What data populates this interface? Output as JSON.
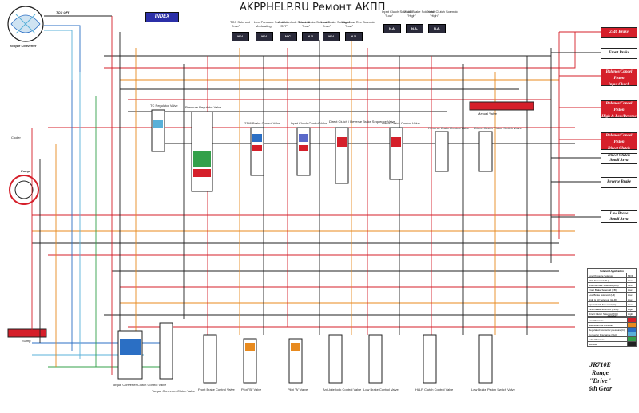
{
  "header": {
    "site": "AKPPHELP.RU Ремонт АКПП",
    "index_button": "INDEX"
  },
  "top_labels": {
    "tcc_off": "TCC OFF",
    "torque_converter": "Torque Converter"
  },
  "solenoids": [
    {
      "label": "TCC Solenoid",
      "state": "\"Low\"",
      "valve": "N.V."
    },
    {
      "label": "Line Pressure Solenoid",
      "state": "Modulating",
      "valve": "N.V."
    },
    {
      "label": "Anti-Interlock Solenoid",
      "state": "\"OFF\"",
      "valve": "N.C."
    },
    {
      "label": "Front Brake Solenoid",
      "state": "\"Low\"",
      "valve": "N.V."
    },
    {
      "label": "Low Brake Solenoid",
      "state": "\"Low\"",
      "valve": "N.V."
    },
    {
      "label": "High/Low Rev Solenoid",
      "state": "\"Low\"",
      "valve": "N.V."
    },
    {
      "label": "Input Clutch Solenoid",
      "state": "\"Low\"",
      "valve": "N.A."
    },
    {
      "label": "2346 Brake Solenoid",
      "state": "\"High\"",
      "valve": "N.A."
    },
    {
      "label": "Direct Clutch Solenoid",
      "state": "\"High\"",
      "valve": "N.A."
    }
  ],
  "left_labels": {
    "cooler": "Cooler",
    "pump": "Pump",
    "sump": "Sump"
  },
  "valves_mid": [
    "Pressure Regulator Valve",
    "TC Regulator Valve",
    "2346 Brake Control Valve",
    "Input Clutch Control Valve",
    "Direct Clutch / Reverse Brake Sequence Valve",
    "Direct Clutch Control Valve",
    "Reverse Brake Control Valve",
    "Direct Clutch Piston Switch Valve",
    "Manual Valve"
  ],
  "valves_bottom": [
    "Torque Converter Clutch Control Valve",
    "Torque Converter Clutch Valve",
    "Front Brake Control Valve",
    "Pilot \"B\" Valve",
    "Pilot \"A\" Valve",
    "Anti-Interlock Control Valve",
    "Low Brake Control Valve",
    "Hi/LR Clutch Control Valve",
    "Low Brake Piston Switch Valve"
  ],
  "right_boxes": [
    {
      "label": "2346 Brake",
      "red": true
    },
    {
      "label": "Front Brake",
      "red": false
    },
    {
      "label": "Balance/Cancel Piston",
      "sub": "Input Clutch",
      "red": true
    },
    {
      "label": "Balance/Cancel Piston",
      "sub": "High & Low/Reverse Clutch",
      "red": true
    },
    {
      "label": "Balance/Cancel Piston",
      "sub": "Direct Clutch",
      "red": true
    },
    {
      "label": "Direct Clutch",
      "sub": "Small Area",
      "red": false
    },
    {
      "label": "Reverse Brake",
      "red": false
    },
    {
      "label": "Low Brake",
      "sub": "Small Area",
      "red": false
    }
  ],
  "solenoid_table": {
    "title": "Solenoid Application",
    "rows": [
      [
        "Line Pressure Solenoid",
        "MOD"
      ],
      [
        "TCC Solenoid (SL)",
        "Low"
      ],
      [
        "Anti-Interlock Solenoid (AIS)",
        "OFF"
      ],
      [
        "Front Brake Solenoid (FB)",
        "Low"
      ],
      [
        "Low Brake Solenoid (LB)",
        "Low"
      ],
      [
        "High & LR Solenoid (HLR)",
        "Low"
      ],
      [
        "Input Clutch Solenoid (IC)",
        "Low"
      ],
      [
        "2346 Brake Solenoid (2346)",
        "High"
      ],
      [
        "Direct Clutch Solenoid (DC)",
        "High"
      ]
    ]
  },
  "legend": {
    "title": "Legend",
    "items": [
      {
        "label": "Line Pressure",
        "color": "#d51f2a"
      },
      {
        "label": "Solenoid/Pilot Pressure",
        "color": "#e88a1e"
      },
      {
        "label": "Regulated Converter pressure (In)",
        "color": "#2b6fc4"
      },
      {
        "label": "Converter Discharge (Out)",
        "color": "#58b0d8"
      },
      {
        "label": "Lube Pressure",
        "color": "#33a04a"
      },
      {
        "label": "Exhaust",
        "color": "#222222"
      }
    ]
  },
  "title_block": {
    "line1": "JR710E",
    "line2": "Range",
    "line3": "\"Drive\"",
    "line4": "6th Gear"
  },
  "colors": {
    "line": "#d51f2a",
    "solenoid": "#e88a1e",
    "conv_in": "#2b6fc4",
    "conv_out": "#58b0d8",
    "lube": "#33a04a",
    "exhaust": "#222222",
    "index": "#2b2fa8"
  }
}
